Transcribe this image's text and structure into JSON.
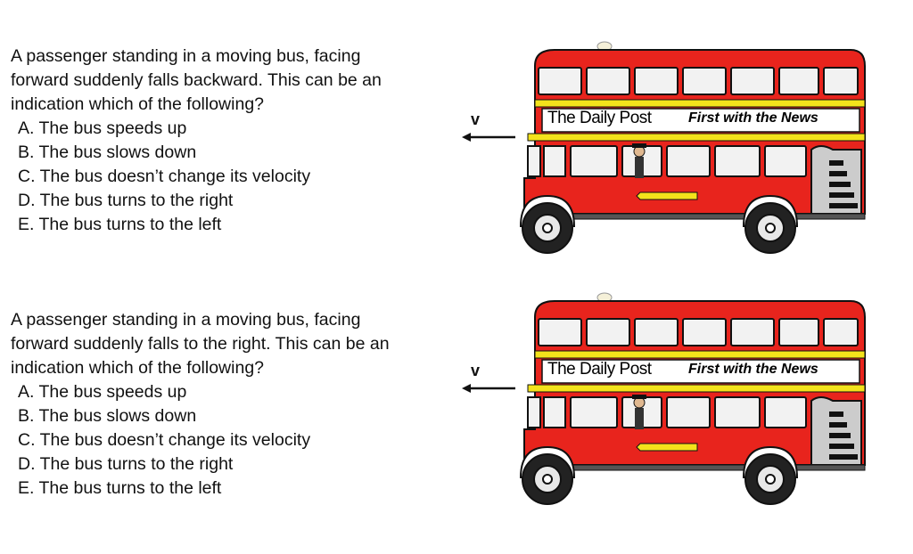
{
  "questions": [
    {
      "number": ".",
      "stem_lines": [
        "A passenger standing in a moving bus, facing",
        "forward suddenly falls backward. This can be an",
        "indication which of the following?"
      ],
      "options": [
        "A. The bus speeds up",
        "B. The bus slows down",
        "C. The bus doesn’t change its velocity",
        "D. The bus turns to the right",
        "E. The bus turns to the left"
      ]
    },
    {
      "number": ".",
      "stem_lines": [
        "A passenger standing in a moving bus, facing",
        "forward suddenly falls to the right. This can be an",
        "indication which of the following?"
      ],
      "options": [
        "A. The bus speeds up",
        "B. The bus slows down",
        "C. The bus doesn’t change its velocity",
        "D. The bus turns to the right",
        "E. The bus turns to the left"
      ]
    }
  ],
  "velocity_label": "v",
  "bus": {
    "name": "The Daily Post",
    "slogan": "First with the News",
    "colors": {
      "body": "#e8241d",
      "stripe": "#f4e21b",
      "window": "#f2f2f2",
      "outline": "#111111",
      "wheel": "#222222"
    }
  }
}
